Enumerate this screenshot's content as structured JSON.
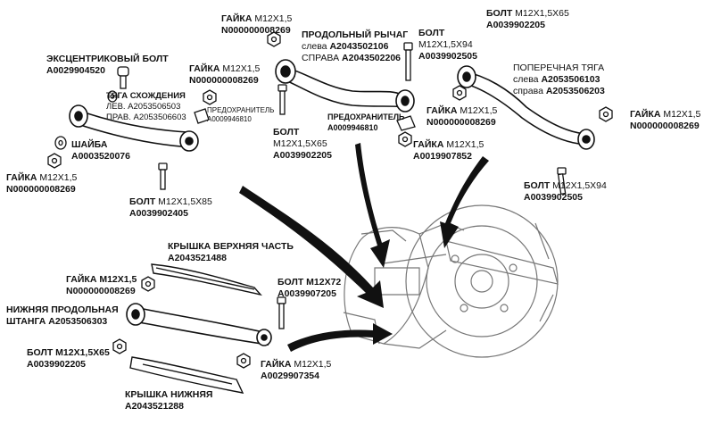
{
  "labels": {
    "nut_top_left": {
      "name": "ГАЙКА",
      "spec": "M12X1,5",
      "part": "N000000008269"
    },
    "longitudinal_arm": {
      "title": "ПРОДОЛЬНЫЙ РЫЧАГ",
      "left_label": "слева",
      "left_part": "A2043502106",
      "right_label": "СПРАВА",
      "right_part": "A2043502206"
    },
    "bolt_top_center": {
      "name": "БОЛТ",
      "spec": "M12X1,5X94",
      "part": "A0039902505"
    },
    "bolt_top_right": {
      "name": "БОЛТ",
      "spec": "M12X1,5X65",
      "part": "A0039902205"
    },
    "eccentric_bolt": {
      "name": "ЭКСЦЕНТРИКОВЫЙ БОЛТ",
      "part": "A0029904520"
    },
    "nut_mid_left": {
      "name": "ГАЙКА",
      "spec": "M12X1,5",
      "part": "N000000008269"
    },
    "toe_link": {
      "title": "ТЯГА СХОЖДЕНИЯ",
      "line1": "ЛЕВ. A2053506503",
      "line2": "ПРАВ. A2053506603"
    },
    "guard_left": {
      "title": "ПРЕДОХРАНИТЕЛЬ",
      "part": "A0009946810"
    },
    "cross_link": {
      "title": "ПОПЕРЕЧНАЯ ТЯГА",
      "left_label": "слева",
      "left_part": "A2053506103",
      "right_label": "справа",
      "right_part": "A2053506203"
    },
    "nut_center": {
      "name": "ГАЙКА",
      "spec": "M12X1,5",
      "part": "N000000008269"
    },
    "nut_far_right": {
      "name": "ГАЙКА",
      "spec": "M12X1,5",
      "part": "N000000008269"
    },
    "bolt_center": {
      "name": "БОЛТ",
      "spec": "M12X1,5X65",
      "part": "A0039902205"
    },
    "guard_center": {
      "title": "ПРЕДОХРАНИТЕЛЬ",
      "part": "A0009946810"
    },
    "nut_guard": {
      "name": "ГАЙКА",
      "spec": "M12X1,5",
      "part": "A0019907852"
    },
    "washer": {
      "name": "ШАЙБА",
      "part": "A0003520076"
    },
    "nut_left": {
      "name": "ГАЙКА",
      "spec": "M12X1,5",
      "part": "N000000008269"
    },
    "bolt_left": {
      "name": "БОЛТ",
      "spec": "M12X1,5X85",
      "part": "A0039902405"
    },
    "bolt_right": {
      "name": "БОЛТ",
      "spec": "M12X1,5X94",
      "part": "A0039902505"
    },
    "upper_cover": {
      "title": "КРЫШКА ВЕРХНЯЯ ЧАСТЬ",
      "part": "A2043521488"
    },
    "nut_lower_left": {
      "name": "ГАЙКА M12X1,5",
      "part": "N000000008269"
    },
    "bolt_lower": {
      "name": "БОЛТ M12X72",
      "part": "A0039907205"
    },
    "lower_arm": {
      "line1": "НИЖНЯЯ ПРОДОЛЬНАЯ",
      "line2_a": "ШТАНГА",
      "line2_b": "A2053506303"
    },
    "bolt_lower_left": {
      "name": "БОЛТ M12X1,5X65",
      "part": "A0039902205"
    },
    "nut_lower": {
      "name": "ГАЙКА",
      "spec": "M12X1,5",
      "part": "A0029907354"
    },
    "lower_cover": {
      "title": "КРЫШКА НИЖНЯЯ",
      "part": "A2043521288"
    }
  },
  "icons": [
    "eccentric-bolt-icon",
    "nut-icon",
    "washer-icon",
    "bolt-icon",
    "toe-link-icon",
    "upper-arm-icon",
    "cross-link-icon",
    "upper-cover-icon",
    "lower-arm-icon",
    "lower-cover-icon",
    "wheel-hub-icon",
    "pointer-arrow-icon"
  ],
  "colors": {
    "ink": "#111111",
    "background": "#ffffff",
    "sketch": "#666666"
  }
}
